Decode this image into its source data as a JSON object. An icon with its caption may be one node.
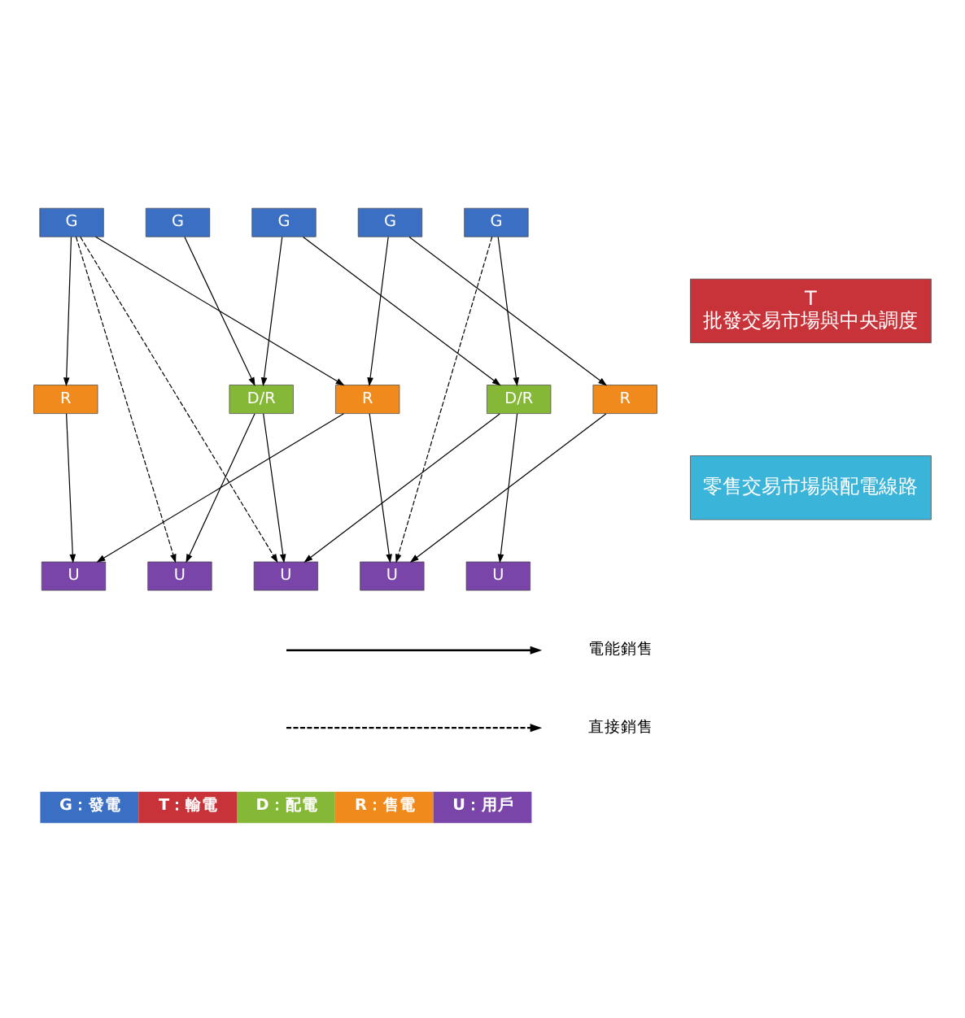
{
  "diagram": {
    "nodes": [
      {
        "text": [
          "G"
        ]
      },
      {
        "text": [
          "G"
        ]
      },
      {
        "text": [
          "G"
        ]
      },
      {
        "text": [
          "G"
        ]
      },
      {
        "text": [
          "G"
        ]
      },
      {
        "text": [
          "T",
          "批發交易市場與中央調度"
        ]
      },
      {
        "text": [
          "R"
        ]
      },
      {
        "text": [
          "D/R"
        ]
      },
      {
        "text": [
          "R"
        ]
      },
      {
        "text": [
          "D/R"
        ]
      },
      {
        "text": [
          "R"
        ]
      },
      {
        "text": [
          "零售交易市場與配電線路"
        ]
      },
      {
        "text": [
          "U"
        ]
      },
      {
        "text": [
          "U"
        ]
      },
      {
        "text": [
          "U"
        ]
      },
      {
        "text": [
          "U"
        ]
      },
      {
        "text": [
          "U"
        ]
      }
    ],
    "edges": [
      {
        "from": 0,
        "to": 7,
        "arrow": "to"
      },
      {
        "from": 0,
        "to": 13,
        "arrow": "to",
        "style": "dashed"
      },
      {
        "from": 1,
        "to": 6,
        "arrow": "to"
      },
      {
        "from": 1,
        "to": 8,
        "arrow": "to"
      },
      {
        "from": 2,
        "to": 7,
        "arrow": "to"
      },
      {
        "from": 2,
        "to": 9,
        "arrow": "to"
      },
      {
        "from": 3,
        "to": 8,
        "arrow": "to"
      },
      {
        "from": 3,
        "to": 10,
        "arrow": "to"
      },
      {
        "from": 3,
        "to": 14,
        "arrow": "to",
        "style": "dashed"
      },
      {
        "from": 3,
        "to": 16,
        "arrow": "to",
        "style": "dashed"
      },
      {
        "from": 4,
        "to": 9,
        "arrow": "to"
      },
      {
        "from": 6,
        "to": 13,
        "arrow": "to"
      },
      {
        "from": 7,
        "to": 12,
        "arrow": "to"
      },
      {
        "from": 7,
        "to": 14,
        "arrow": "to"
      },
      {
        "from": 8,
        "to": 13,
        "arrow": "to"
      },
      {
        "from": 8,
        "to": 15,
        "arrow": "to"
      },
      {
        "from": 9,
        "to": 14,
        "arrow": "to"
      },
      {
        "from": 9,
        "to": 16,
        "arrow": "to"
      },
      {
        "from": 10,
        "to": 15,
        "arrow": "to"
      }
    ],
    "legend": [
      {
        "text": "電能銷售"
      },
      {
        "text": "直接銷售"
      },
      {
        "text": "G：發電",
        "color": "#3a6fc4"
      },
      {
        "text": "T：輸電",
        "color": "#c8333a"
      },
      {
        "text": "D：配電",
        "color": "#86b838"
      },
      {
        "text": "R：售電",
        "color": "#f08a1c"
      },
      {
        "text": "U：用戶",
        "color": "#7a45a8"
      }
    ]
  }
}
